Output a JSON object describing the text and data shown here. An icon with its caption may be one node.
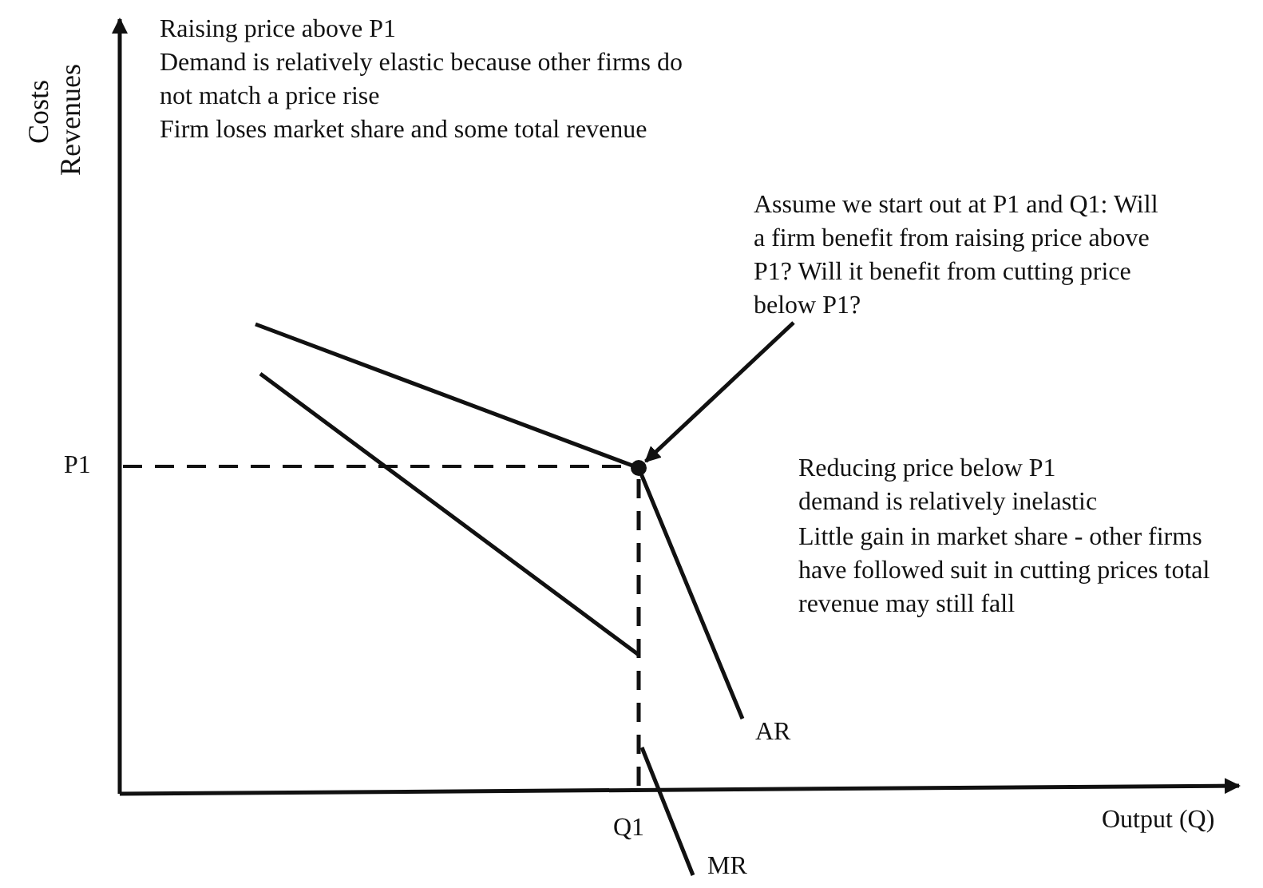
{
  "diagram": {
    "nodes": [
      {
        "text": [
          "Assume we start out at P1 and Q1: Will a firm benefit from raising price above P1? Will it benefit from cutting price below P1?"
        ]
      },
      {
        "text": [],
        "shape": "circle"
      }
    ],
    "edges": [
      {
        "from": 0,
        "to": 1,
        "arrow": "to"
      }
    ],
    "labels": [
      "Costs",
      "Revenues",
      "Raising price above P1",
      "Demand is relatively elastic because other firms do not match a price rise",
      "Firm loses market share and some total revenue",
      "Reducing price below P1 demand is relatively inelastic",
      "Little gain in market share - other firms have followed suit in cutting prices total revenue may still fall",
      "P1",
      "AR",
      "Q1",
      "Output (Q)",
      "MR"
    ]
  }
}
